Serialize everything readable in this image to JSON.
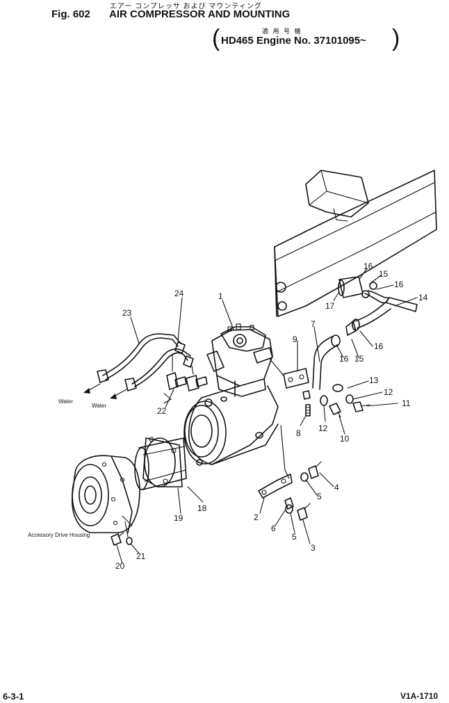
{
  "header": {
    "fig_label": "Fig. 602",
    "title_jp": "エアー コンプレッサ および マウンティング",
    "title_en": "AIR COMPRESSOR AND MOUNTING",
    "applicability_jp": "適 用 号 機",
    "applicability_open": "(",
    "applicability_text": "HD465 Engine No. 37101095~",
    "applicability_close": ")"
  },
  "footer": {
    "page_number": "6-3-1",
    "doc_code": "V1A-1710"
  },
  "callouts": {
    "p1": "1",
    "p2": "2",
    "p3": "3",
    "p4": "4",
    "p5a": "5",
    "p5b": "5",
    "p6": "6",
    "p7": "7",
    "p8": "8",
    "p9": "9",
    "p10": "10",
    "p11": "11",
    "p12a": "12",
    "p12b": "12",
    "p13": "13",
    "p14": "14",
    "p15a": "15",
    "p15b": "15",
    "p16a": "16",
    "p16b": "16",
    "p16c": "16",
    "p16d": "16",
    "p17": "17",
    "p18": "18",
    "p19": "19",
    "p20": "20",
    "p21": "21",
    "p22": "22",
    "p23": "23",
    "p24": "24"
  },
  "descriptions": {
    "water_1": "Water",
    "water_2": "Water",
    "accessory": "Accessory Drive Housing"
  }
}
